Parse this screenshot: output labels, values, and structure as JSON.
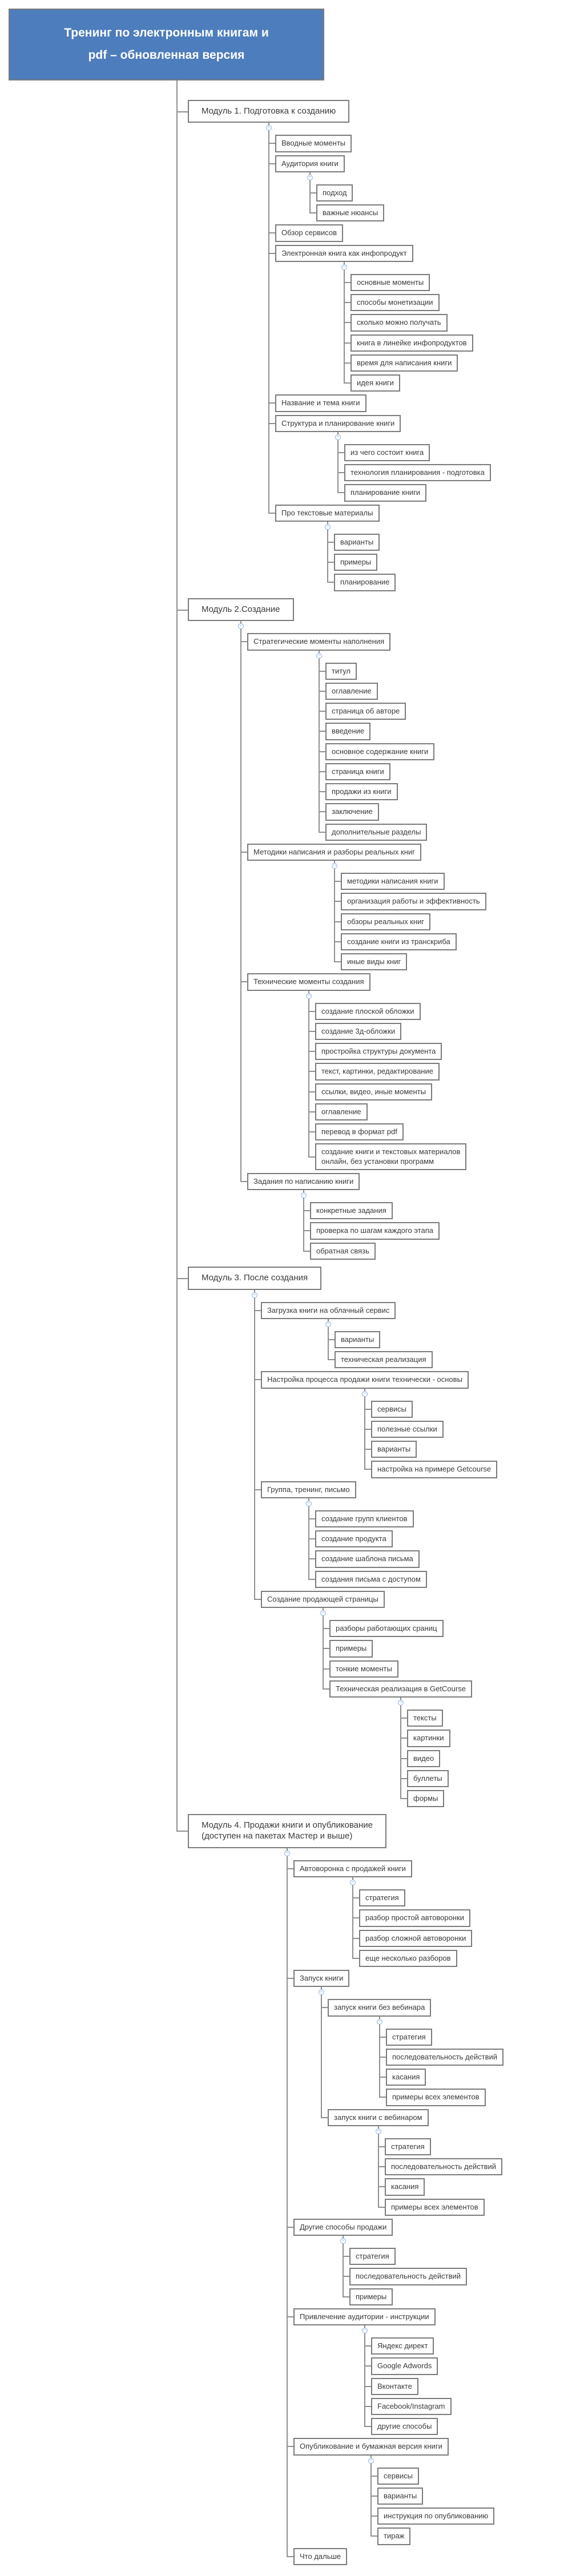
{
  "colors": {
    "root_bg": "#4d7dbc",
    "root_text": "#ffffff",
    "box_border": "#7b7b7b",
    "connector_line": "#8f8f8f",
    "text": "#3a3a3a",
    "toggle": "#8fb2dd"
  },
  "toggle_glyph": "−",
  "root": {
    "label": "Тренинг по электронным книгам и\npdf – обновленная версия",
    "children": [
      {
        "label": "Модуль 1. Подготовка к созданию",
        "children": [
          {
            "label": "Вводные моменты"
          },
          {
            "label": "Аудитория книги",
            "children": [
              {
                "label": "подход"
              },
              {
                "label": "важные нюансы"
              }
            ]
          },
          {
            "label": "Обзор сервисов"
          },
          {
            "label": "Электронная книга как инфопродукт",
            "children": [
              {
                "label": "основные моменты"
              },
              {
                "label": "способы монетизации"
              },
              {
                "label": "сколько можно получать"
              },
              {
                "label": "книга в линейке инфопродуктов"
              },
              {
                "label": "время для написания книги"
              },
              {
                "label": "идея книги"
              }
            ]
          },
          {
            "label": "Название и тема книги"
          },
          {
            "label": "Структура и планирование книги",
            "children": [
              {
                "label": "из чего состоит книга"
              },
              {
                "label": "технология планирования - подготовка"
              },
              {
                "label": "планирование книги"
              }
            ]
          },
          {
            "label": "Про текстовые материалы",
            "children": [
              {
                "label": "варианты"
              },
              {
                "label": "примеры"
              },
              {
                "label": "планирование"
              }
            ]
          }
        ]
      },
      {
        "label": "Модуль 2.Создание",
        "children": [
          {
            "label": "Стратегические моменты наполнения",
            "children": [
              {
                "label": "титул"
              },
              {
                "label": "оглавление"
              },
              {
                "label": "страница об авторе"
              },
              {
                "label": "введение"
              },
              {
                "label": "основное содержание книги"
              },
              {
                "label": "страница книги"
              },
              {
                "label": "продажи из книги"
              },
              {
                "label": "заключение"
              },
              {
                "label": "дополнительные разделы"
              }
            ]
          },
          {
            "label": "Методики написания и разборы реальных книг",
            "children": [
              {
                "label": "методики написания книги"
              },
              {
                "label": "организация работы и эффективность"
              },
              {
                "label": "обзоры реальных книг"
              },
              {
                "label": "создание книги из транскриба"
              },
              {
                "label": "иные виды книг"
              }
            ]
          },
          {
            "label": "Технические моменты создания",
            "children": [
              {
                "label": "создание плоской обложки"
              },
              {
                "label": "создание 3д-обложки"
              },
              {
                "label": "простройка структуры документа"
              },
              {
                "label": "текст, картинки, редактирование"
              },
              {
                "label": "ссылки, видео, иные моменты"
              },
              {
                "label": "оглавление"
              },
              {
                "label": "перевод в формат pdf"
              },
              {
                "label": "создание книги и текстовых материалов\nонлайн, без установки программ"
              }
            ]
          },
          {
            "label": "Задания по написанию книги",
            "children": [
              {
                "label": "конкретные задания"
              },
              {
                "label": "проверка по шагам каждого этапа"
              },
              {
                "label": "обратная связь"
              }
            ]
          }
        ]
      },
      {
        "label": "Модуль 3. После создания",
        "children": [
          {
            "label": "Загрузка книги на облачный сервис",
            "children": [
              {
                "label": "варианты"
              },
              {
                "label": "техническая реализация"
              }
            ]
          },
          {
            "label": "Настройка процесса продажи книги технически - основы",
            "children": [
              {
                "label": "сервисы"
              },
              {
                "label": "полезные ссылки"
              },
              {
                "label": "варианты"
              },
              {
                "label": "настройка на примере Getcourse"
              }
            ]
          },
          {
            "label": "Группа, тренинг, письмо",
            "children": [
              {
                "label": "создание групп клиентов"
              },
              {
                "label": "создание продукта"
              },
              {
                "label": "создание шаблона письма"
              },
              {
                "label": "создания письма с доступом"
              }
            ]
          },
          {
            "label": "Создание продающей страницы",
            "children": [
              {
                "label": "разборы работающих сраниц"
              },
              {
                "label": "примеры"
              },
              {
                "label": "тонкие моменты"
              },
              {
                "label": "Техническая реализация в GetCourse",
                "children": [
                  {
                    "label": "тексты"
                  },
                  {
                    "label": "картинки"
                  },
                  {
                    "label": "видео"
                  },
                  {
                    "label": "буллеты"
                  },
                  {
                    "label": "формы"
                  }
                ]
              }
            ]
          }
        ]
      },
      {
        "label": "Модуль 4. Продажи книги и опубликование\n(доступен на пакетах Мастер и выше)",
        "children": [
          {
            "label": "Автоворонка с продажей книги",
            "children": [
              {
                "label": "стратегия"
              },
              {
                "label": "разбор простой автоворонки"
              },
              {
                "label": "разбор сложной автоворонки"
              },
              {
                "label": "еще несколько разборов"
              }
            ]
          },
          {
            "label": "Запуск книги",
            "children": [
              {
                "label": "запуск книги без вебинара",
                "children": [
                  {
                    "label": "стратегия"
                  },
                  {
                    "label": "последовательность действий"
                  },
                  {
                    "label": "касания"
                  },
                  {
                    "label": "примеры всех элементов"
                  }
                ]
              },
              {
                "label": "запуск книги с вебинаром",
                "children": [
                  {
                    "label": "стратегия"
                  },
                  {
                    "label": "последовательность действий"
                  },
                  {
                    "label": "касания"
                  },
                  {
                    "label": "примеры всех элементов"
                  }
                ]
              }
            ]
          },
          {
            "label": "Другие способы продажи",
            "children": [
              {
                "label": "стратегия"
              },
              {
                "label": "последовательность действий"
              },
              {
                "label": "примеры"
              }
            ]
          },
          {
            "label": "Привлечение аудитории - инструкции",
            "children": [
              {
                "label": "Яндекс директ"
              },
              {
                "label": "Google Adwords"
              },
              {
                "label": "Вконтакте"
              },
              {
                "label": "Facebook/Instagram"
              },
              {
                "label": "другие способы"
              }
            ]
          },
          {
            "label": "Опубликование и бумажная версия книги",
            "children": [
              {
                "label": "сервисы"
              },
              {
                "label": "варианты"
              },
              {
                "label": "инструкция по опубликованию"
              },
              {
                "label": "тираж"
              }
            ]
          },
          {
            "label": "Что дальше"
          }
        ]
      }
    ]
  }
}
